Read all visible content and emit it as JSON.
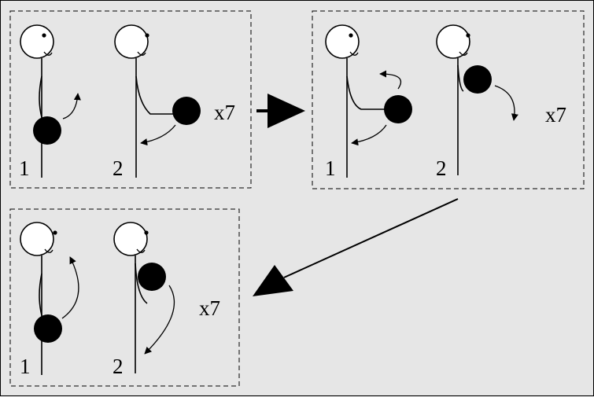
{
  "panels": [
    {
      "figure_labels": [
        "1",
        "2"
      ],
      "repeat": "x7"
    },
    {
      "figure_labels": [
        "1",
        "2"
      ],
      "repeat": "x7"
    },
    {
      "figure_labels": [
        "1",
        "2"
      ],
      "repeat": "x7"
    }
  ],
  "colors": {
    "background": "#e6e6e6",
    "ink": "#000000",
    "ball": "#000000"
  }
}
